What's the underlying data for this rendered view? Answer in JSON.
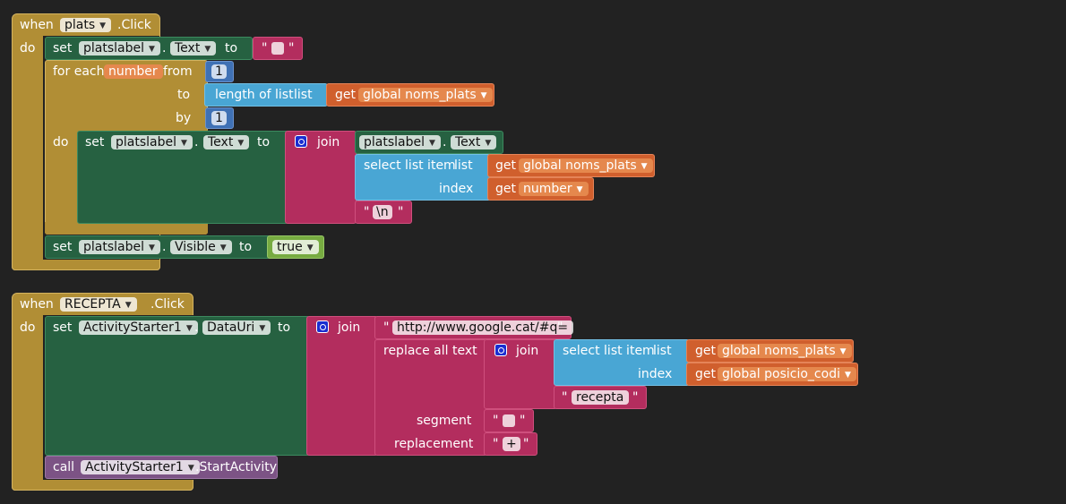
{
  "colors": {
    "background": "#222222",
    "event": "#b18e35",
    "setter": "#266141",
    "text": "#b32d5e",
    "list": "#49a6d4",
    "math": "#3f71b5",
    "variable": "#d05f2d",
    "logic": "#77ab41",
    "procedure": "#7c5385"
  },
  "kw": {
    "when": "when",
    "do": "do",
    "set": "set",
    "to": "to",
    "dot": ".",
    "for_each": "for each",
    "from": "from",
    "by": "by",
    "join": "join",
    "get": "get",
    "length_of_list": "length of list",
    "list": "list",
    "select_list_item": "select list item",
    "index": "index",
    "replace_all_text": "replace all text",
    "segment": "segment",
    "replacement": "replacement",
    "call": "call",
    "quote_open": "\"",
    "quote_close": "\""
  },
  "block1": {
    "component": "plats",
    "event": ".Click",
    "set1": {
      "component": "platslabel",
      "property": "Text"
    },
    "loop_var": "number",
    "from": "1",
    "by": "1",
    "list_var": "global noms_plats",
    "set2": {
      "component": "platslabel",
      "property": "Text"
    },
    "join_label": {
      "component": "platslabel",
      "property": "Text"
    },
    "select_list_var": "global noms_plats",
    "index_var": "number",
    "newline": "\\n",
    "set3": {
      "component": "platslabel",
      "property": "Visible",
      "value": "true"
    }
  },
  "block2": {
    "component": "RECEPTA",
    "event": ".Click",
    "set": {
      "component": "ActivityStarter1",
      "property": "DataUri"
    },
    "url": "http://www.google.cat/#q=",
    "select_list_var": "global noms_plats",
    "index_var": "global posicio_codi",
    "recepta": "recepta",
    "replacement": "+",
    "call_component": "ActivityStarter1",
    "call_method": ".StartActivity"
  }
}
